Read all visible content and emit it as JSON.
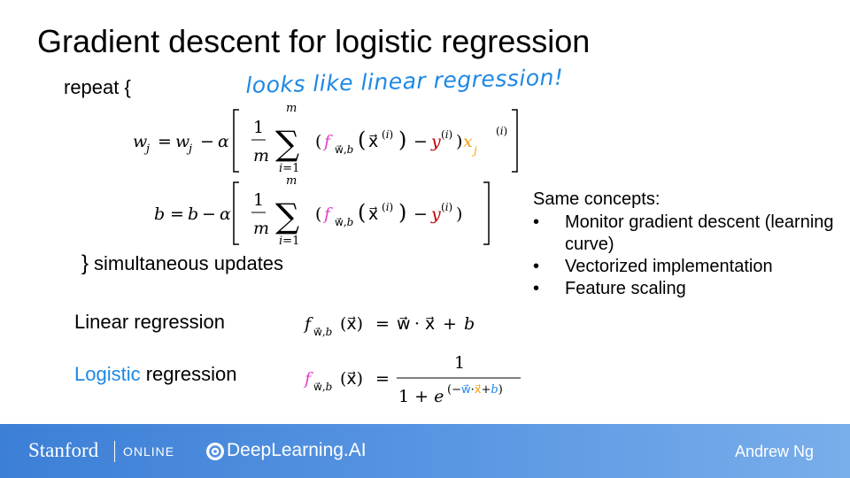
{
  "title": "Gradient descent for logistic regression",
  "repeat_label": "repeat {",
  "note": "looks like linear regression!",
  "simultaneous": {
    "brace": "}",
    "text": "simultaneous updates"
  },
  "concepts": {
    "heading": "Same concepts:",
    "items": [
      "Monitor gradient descent (learning curve)",
      "Vectorized implementation",
      "Feature scaling"
    ]
  },
  "linear_label": "Linear regression",
  "logistic_label": {
    "colored": "Logistic",
    "rest": " regression"
  },
  "footer": {
    "stanford": "Stanford",
    "online": "ONLINE",
    "deeplearning": "DeepLearning.AI",
    "author": "Andrew Ng"
  },
  "colors": {
    "magenta": "#e040c8",
    "red": "#c00000",
    "orange": "#f39c12",
    "blue": "#1e88e5",
    "footer": "#4a8ee0"
  }
}
